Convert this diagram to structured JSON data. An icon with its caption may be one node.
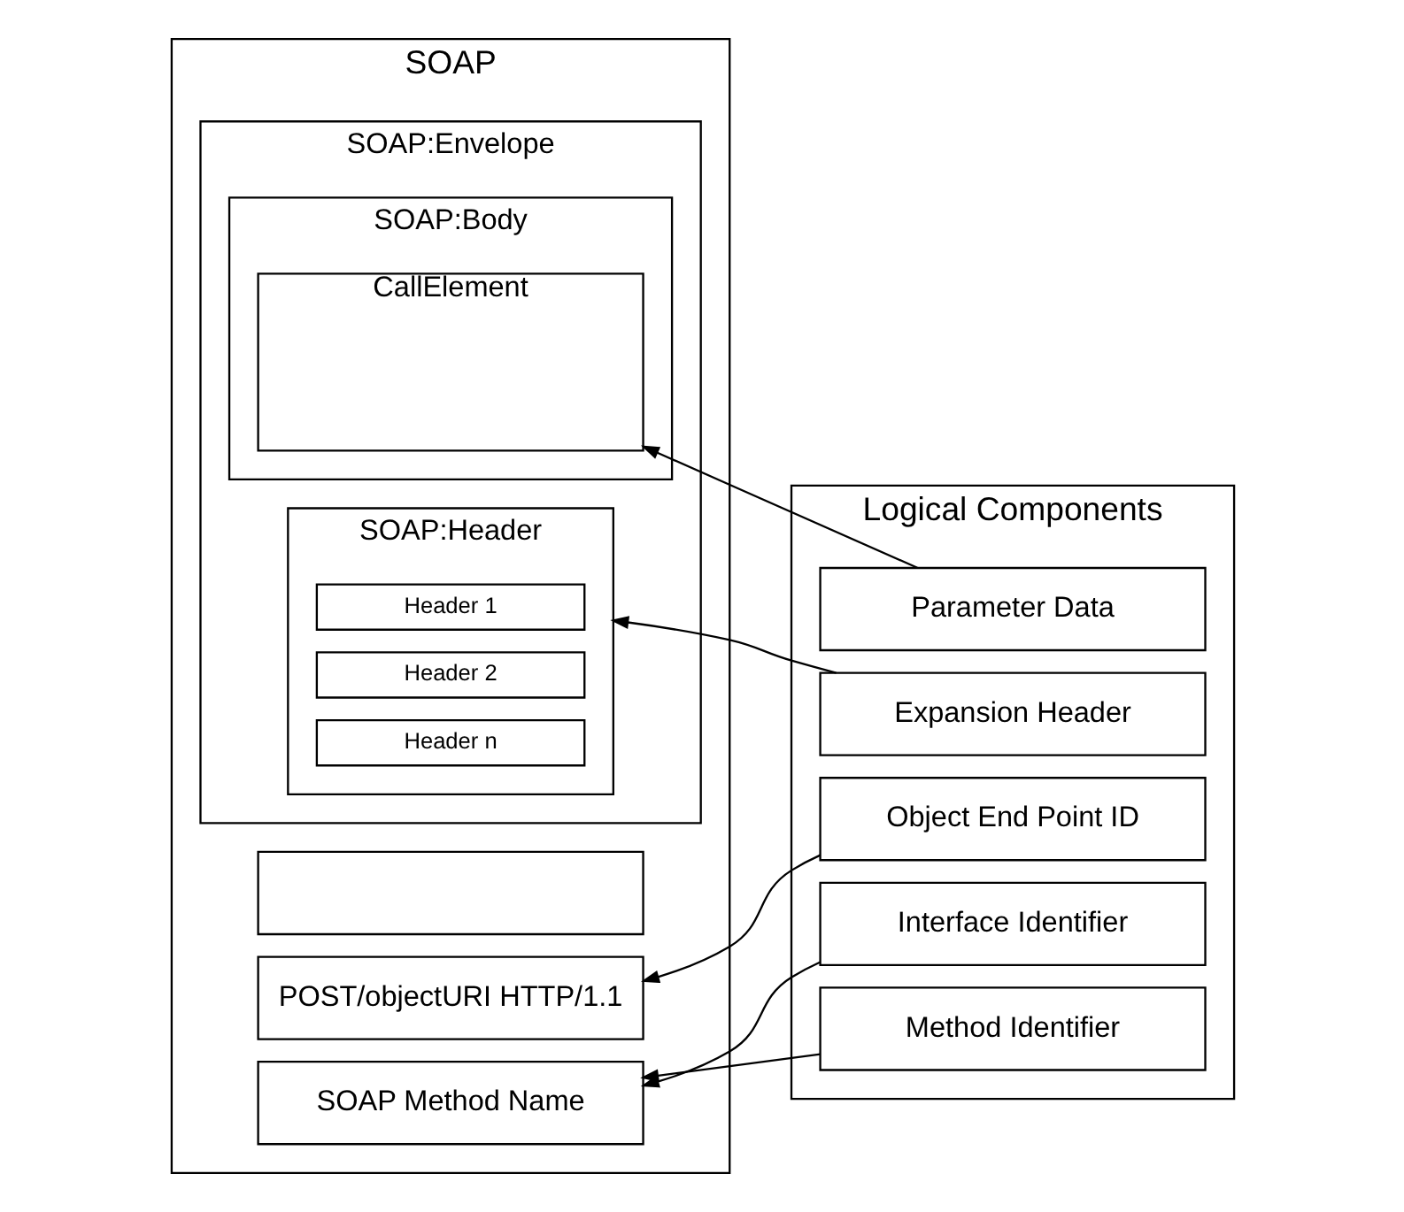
{
  "diagram": {
    "nodes": [
      {
        "text": [
          "SOAP"
        ]
      },
      {
        "text": [
          "POST/objectURI HTTP/1.1"
        ],
        "in": 0
      },
      {
        "text": [
          "SOAP Method Name"
        ],
        "in": 0
      },
      {
        "text": [],
        "shape": "box",
        "in": 0
      },
      {
        "text": [
          "SOAP:Envelope"
        ],
        "in": 0
      },
      {
        "text": [
          "SOAP:Header"
        ],
        "in": 4
      },
      {
        "text": [
          "Header 1"
        ],
        "in": 5
      },
      {
        "text": [
          "Header 2"
        ],
        "in": 5
      },
      {
        "text": [
          "Header n"
        ],
        "in": 5
      },
      {
        "text": [
          "SOAP:Body"
        ],
        "in": 4
      },
      {
        "text": [
          "CallElement"
        ],
        "in": 9
      },
      {
        "text": [
          "Logical Components"
        ]
      },
      {
        "text": [
          "Object End Point ID"
        ],
        "in": 11
      },
      {
        "text": [
          "Interface Identifier"
        ],
        "in": 11
      },
      {
        "text": [
          "Method Identifier"
        ],
        "in": 11
      },
      {
        "text": [
          "Expansion Header"
        ],
        "in": 11
      },
      {
        "text": [
          "Parameter Data"
        ],
        "in": 11
      }
    ],
    "edges": [
      {
        "from": 12,
        "to": 1,
        "arrow": "to"
      },
      {
        "from": 13,
        "to": 2,
        "arrow": "to"
      },
      {
        "from": 14,
        "to": 2,
        "arrow": "to"
      },
      {
        "from": 15,
        "to": 5,
        "arrow": "to"
      },
      {
        "from": 16,
        "to": 10,
        "arrow": "to"
      }
    ]
  }
}
